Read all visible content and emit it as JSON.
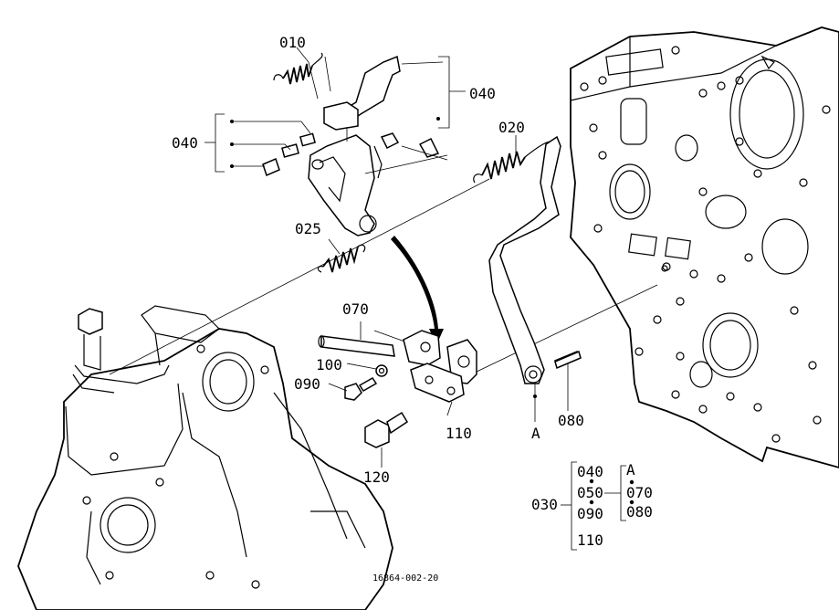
{
  "labels": {
    "p010": "010",
    "p020": "020",
    "p025": "025",
    "p040_top": "040",
    "p040_left": "040",
    "p070": "070",
    "p080": "080",
    "p090": "090",
    "p100": "100",
    "p110": "110",
    "p120": "120",
    "point_a": "A"
  },
  "legend": {
    "assembly": "030",
    "col1": [
      "040",
      "050",
      "090",
      "110"
    ],
    "col2_header": "A",
    "col2": [
      "070",
      "080"
    ]
  },
  "figure_code": "16864-002-20"
}
